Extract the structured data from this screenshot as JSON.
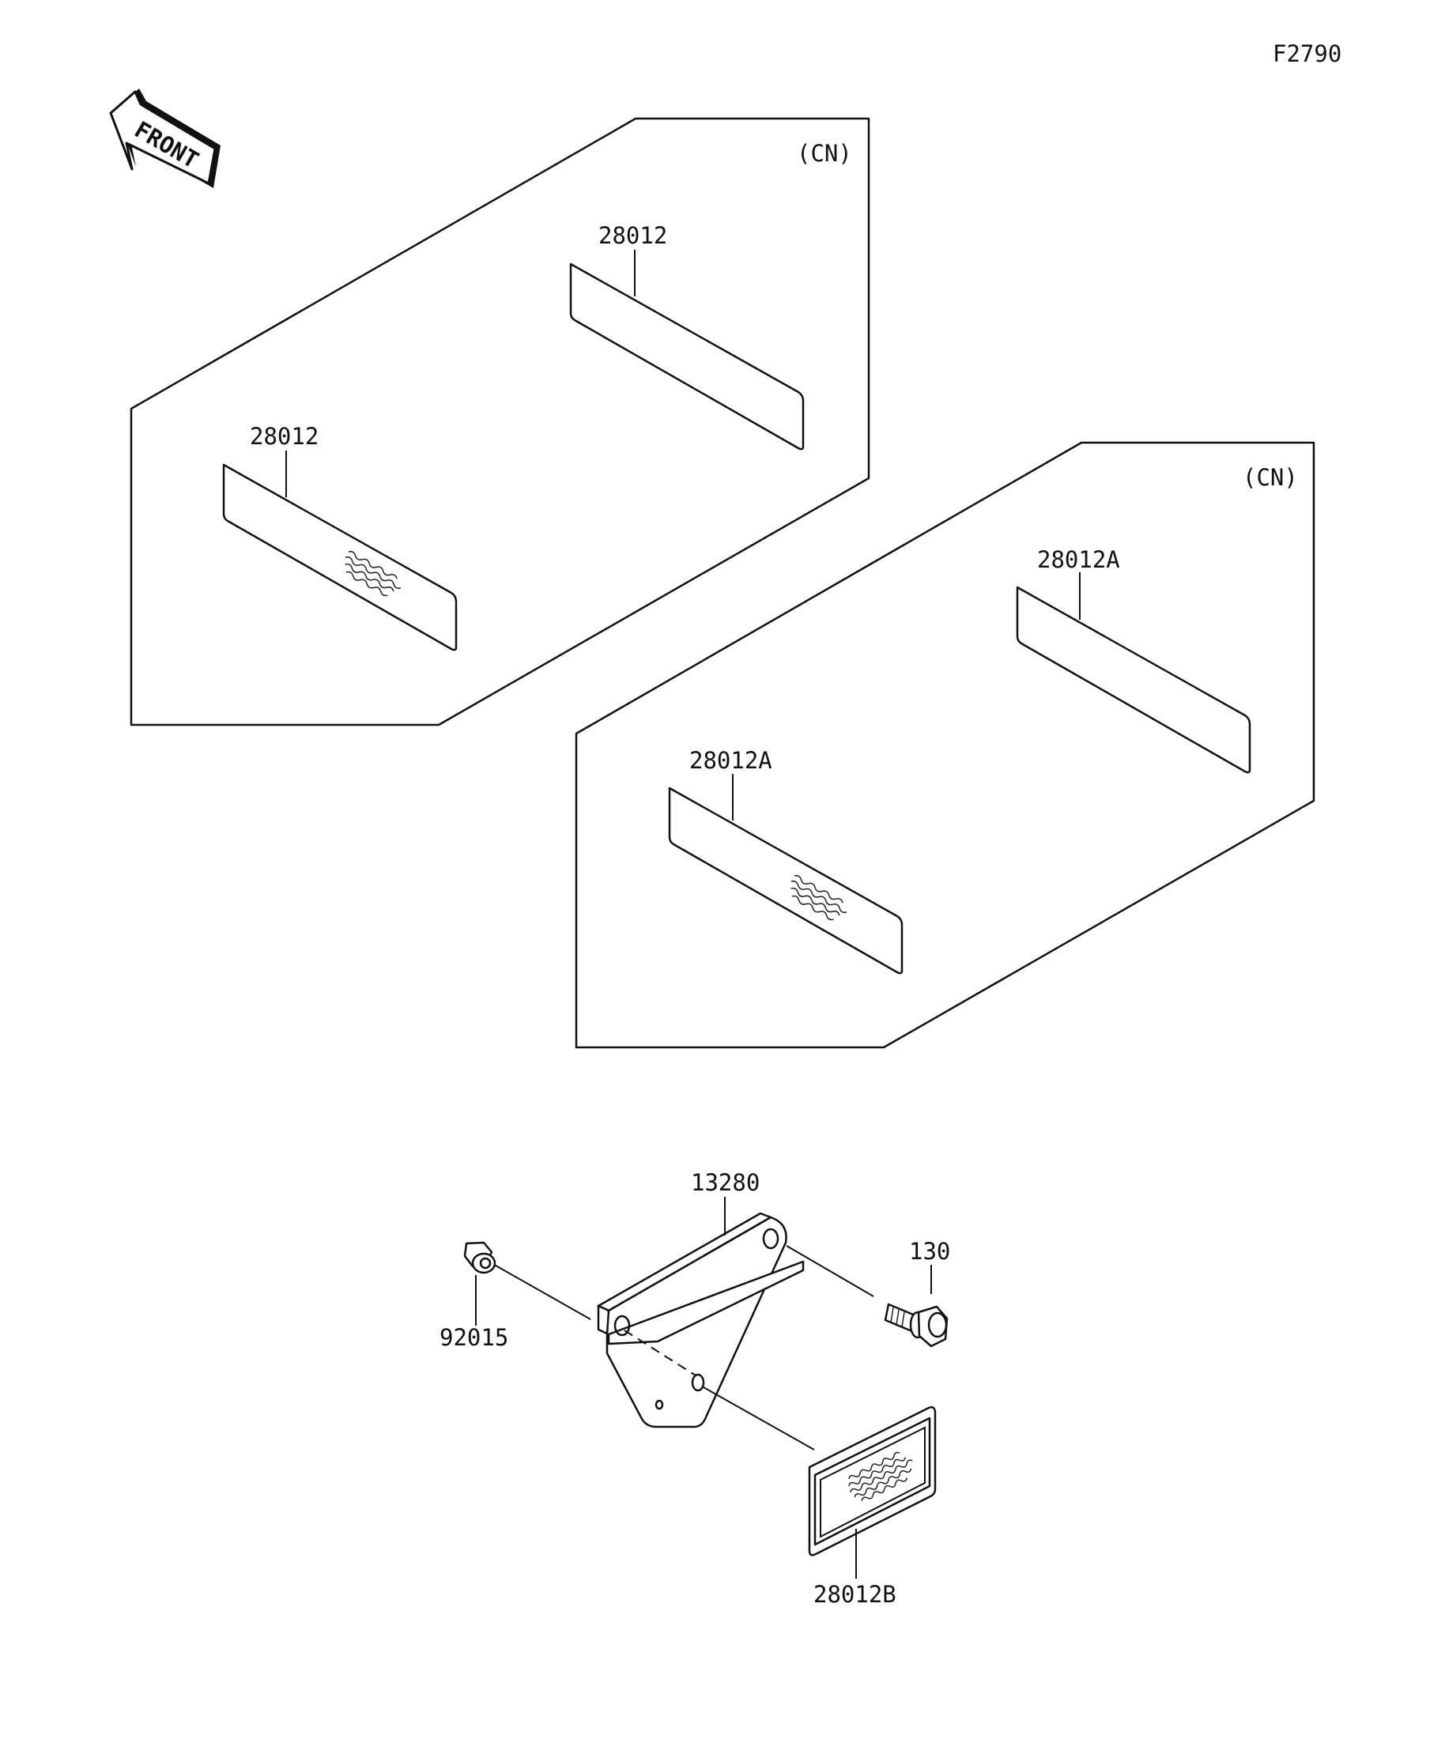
{
  "figure_code": "F2790",
  "front_arrow_text": "FRONT",
  "panels": [
    {
      "region_tag": "(CN)",
      "decals": [
        {
          "part": "28012"
        },
        {
          "part": "28012"
        }
      ]
    },
    {
      "region_tag": "(CN)",
      "decals": [
        {
          "part": "28012A"
        },
        {
          "part": "28012A"
        }
      ]
    }
  ],
  "assembly": {
    "bracket": "13280",
    "bolt": "130",
    "nut": "92015",
    "reflector": "28012B"
  }
}
